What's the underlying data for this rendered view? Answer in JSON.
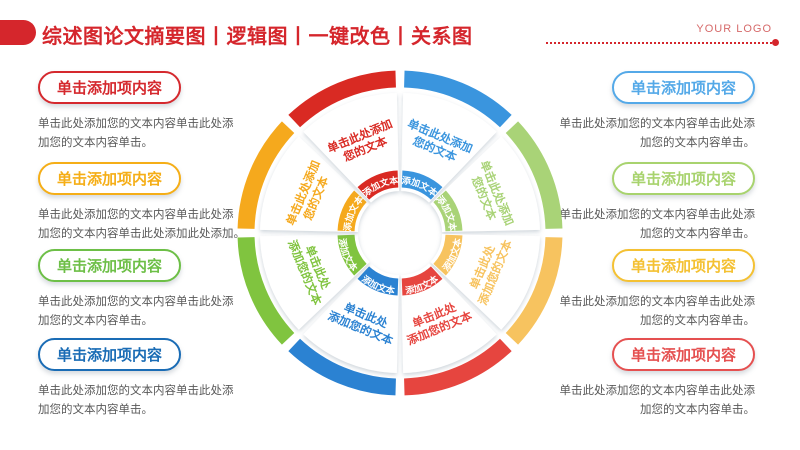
{
  "header": {
    "title": "综述图论文摘要图丨逻辑图丨一键改色丨关系图",
    "logo": "YOUR LOGO",
    "accent_color": "#d5262c",
    "logo_color": "#d66a6a"
  },
  "left_items": [
    {
      "label": "单击添加项内容",
      "color": "#d5292e",
      "body": "单击此处添加您的文本内容单击此处添\n加您的文本内容单击。"
    },
    {
      "label": "单击添加项内容",
      "color": "#f5ae17",
      "body": "单击此处添加您的文本内容单击此处添\n加您的文本内容单击此处添加此处添加。"
    },
    {
      "label": "单击添加项内容",
      "color": "#6dbf47",
      "body": "单击此处添加您的文本内容单击此处添\n加您的文本内容单击。"
    },
    {
      "label": "单击添加项内容",
      "color": "#1a6cb5",
      "body": "单击此处添加您的文本内容单击此处添\n加您的文本内容单击。"
    }
  ],
  "right_items": [
    {
      "label": "单击添加项内容",
      "color": "#54a9e8",
      "body": "单击此处添加您的文本内容单击此处添\n加您的文本内容单击。"
    },
    {
      "label": "单击添加项内容",
      "color": "#a8d36e",
      "body": "单击此处添加您的文本内容单击此处添\n加您的文本内容单击。"
    },
    {
      "label": "单击添加项内容",
      "color": "#f4c133",
      "body": "单击此处添加您的文本内容单击此处添\n加您的文本内容单击。"
    },
    {
      "label": "单击添加项内容",
      "color": "#e55050",
      "body": "单击此处添加您的文本内容单击此处添\n加您的文本内容单击。"
    }
  ],
  "wheel": {
    "segments": [
      {
        "position": "top-right",
        "color": "#3a95de",
        "label": "单击此处添加\n您的文本",
        "inner_label": "添加文本"
      },
      {
        "position": "right-upper",
        "color": "#a9d377",
        "label": "单击此处添加\n您的文本",
        "inner_label": "添加文本"
      },
      {
        "position": "right-lower",
        "color": "#f7c35f",
        "label": "单击此处\n添加您的文本",
        "inner_label": "添加文本"
      },
      {
        "position": "bottom-right",
        "color": "#e6453f",
        "label": "单击此处\n添加您的文本",
        "inner_label": "添加文本"
      },
      {
        "position": "bottom-left",
        "color": "#2b82d2",
        "label": "单击此处\n添加您的文本",
        "inner_label": "添加文本"
      },
      {
        "position": "left-lower",
        "color": "#80c43f",
        "label": "单击此处\n添加您的文本",
        "inner_label": "添加文本"
      },
      {
        "position": "left-upper",
        "color": "#f5a91d",
        "label": "单击此处添加\n您的文本",
        "inner_label": "添加文本"
      },
      {
        "position": "top-left",
        "color": "#d92a23",
        "label": "单击此处添加\n您的文本",
        "inner_label": "添加文本"
      }
    ]
  }
}
